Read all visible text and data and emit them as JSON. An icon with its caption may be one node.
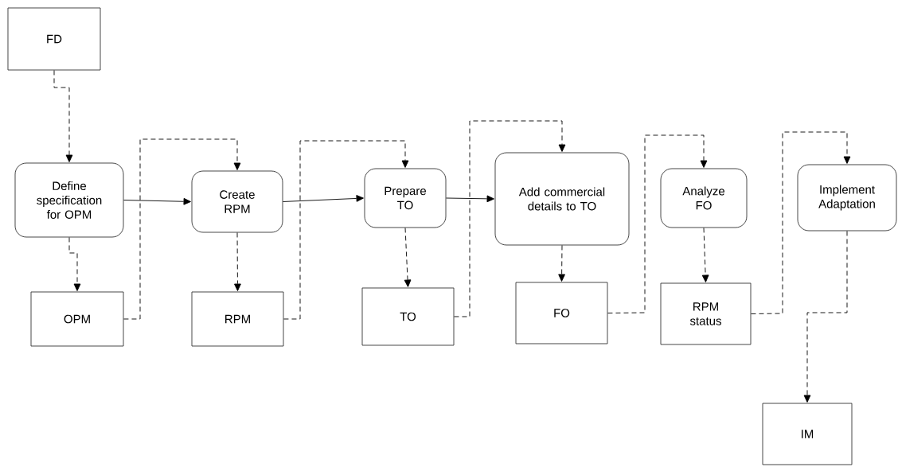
{
  "diagram": {
    "nodes": [
      {
        "text": [
          "FD"
        ]
      },
      {
        "text": [
          "Define specification for OPM"
        ]
      },
      {
        "text": [
          "Create RPM"
        ]
      },
      {
        "text": [
          "Prepare TO"
        ]
      },
      {
        "text": [
          "Add commercial details to TO"
        ]
      },
      {
        "text": [
          "Analyze FO"
        ]
      },
      {
        "text": [
          "Implement Adaptation"
        ]
      },
      {
        "text": [
          "OPM"
        ]
      },
      {
        "text": [
          "RPM"
        ]
      },
      {
        "text": [
          "TO"
        ]
      },
      {
        "text": [
          "FO"
        ]
      },
      {
        "text": [
          "RPM status"
        ]
      },
      {
        "text": [
          "IM"
        ]
      }
    ],
    "edges": [
      {
        "from": 0,
        "to": 1,
        "arrow": "to",
        "style": "dashed"
      },
      {
        "from": 1,
        "to": 2,
        "arrow": "to"
      },
      {
        "from": 2,
        "to": 3,
        "arrow": "to"
      },
      {
        "from": 3,
        "to": 4,
        "arrow": "to"
      },
      {
        "from": 1,
        "to": 7,
        "arrow": "to",
        "style": "dashed"
      },
      {
        "from": 7,
        "to": 2,
        "arrow": "to",
        "style": "dashed"
      },
      {
        "from": 2,
        "to": 8,
        "arrow": "to",
        "style": "dashed"
      },
      {
        "from": 8,
        "to": 3,
        "arrow": "to",
        "style": "dashed"
      },
      {
        "from": 3,
        "to": 9,
        "arrow": "to",
        "style": "dashed"
      },
      {
        "from": 9,
        "to": 4,
        "arrow": "to",
        "style": "dashed"
      },
      {
        "from": 4,
        "to": 10,
        "arrow": "to",
        "style": "dashed"
      },
      {
        "from": 10,
        "to": 5,
        "arrow": "to",
        "style": "dashed"
      },
      {
        "from": 5,
        "to": 11,
        "arrow": "to",
        "style": "dashed"
      },
      {
        "from": 11,
        "to": 6,
        "arrow": "to",
        "style": "dashed"
      },
      {
        "from": 6,
        "to": 12,
        "arrow": "to",
        "style": "dashed"
      }
    ]
  }
}
